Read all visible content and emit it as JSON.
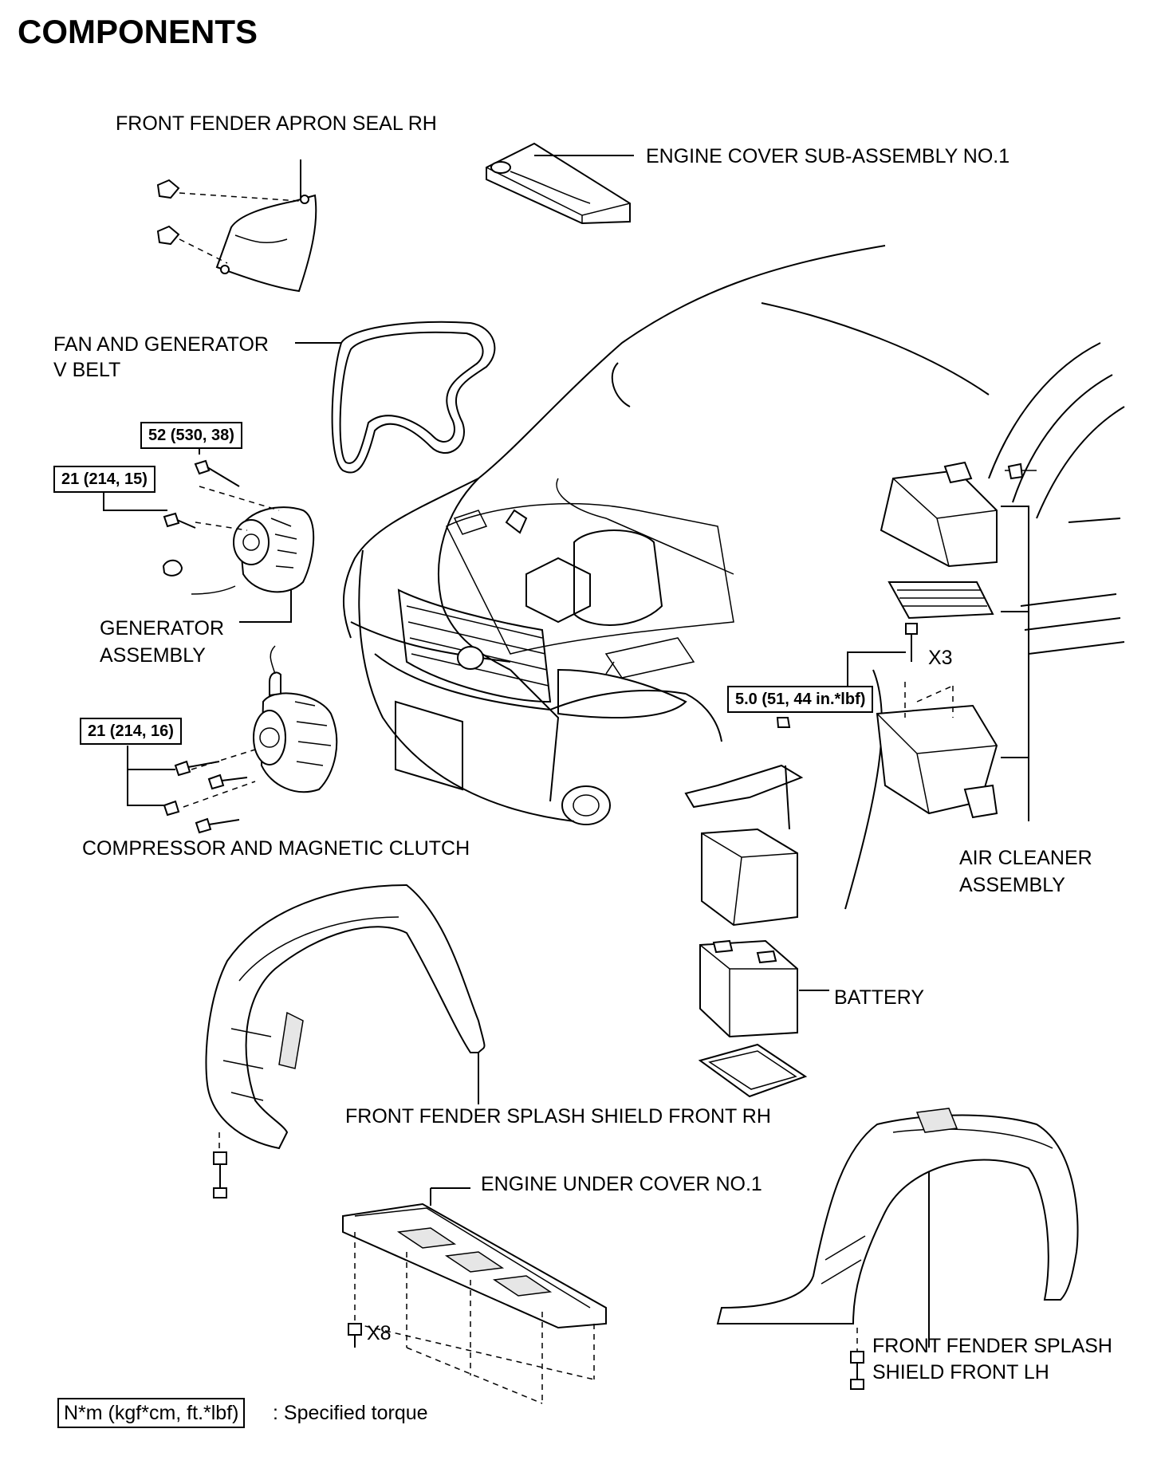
{
  "title": "COMPONENTS",
  "labels": {
    "apron_seal": "FRONT FENDER APRON SEAL RH",
    "engine_cover": "ENGINE COVER SUB-ASSEMBLY NO.1",
    "vbelt_line1": "FAN AND GENERATOR",
    "vbelt_line2": "V BELT",
    "generator_line1": "GENERATOR",
    "generator_line2": "ASSEMBLY",
    "compressor": "COMPRESSOR AND MAGNETIC CLUTCH",
    "air_cleaner_line1": "AIR CLEANER",
    "air_cleaner_line2": "ASSEMBLY",
    "battery": "BATTERY",
    "splash_rh": "FRONT FENDER SPLASH SHIELD FRONT RH",
    "under_cover": "ENGINE UNDER COVER NO.1",
    "splash_lh_line1": "FRONT FENDER SPLASH",
    "splash_lh_line2": "SHIELD FRONT LH"
  },
  "torques": {
    "generator_upper": "52 (530, 38)",
    "generator_lower": "21 (214, 15)",
    "compressor": "21 (214, 16)",
    "air_cleaner": "5.0 (51, 44 in.*lbf)"
  },
  "quantities": {
    "air_cleaner_bolts": "X3",
    "under_cover_bolts": "X8"
  },
  "legend": {
    "box": "N*m (kgf*cm, ft.*lbf)",
    "text": ": Specified torque"
  }
}
